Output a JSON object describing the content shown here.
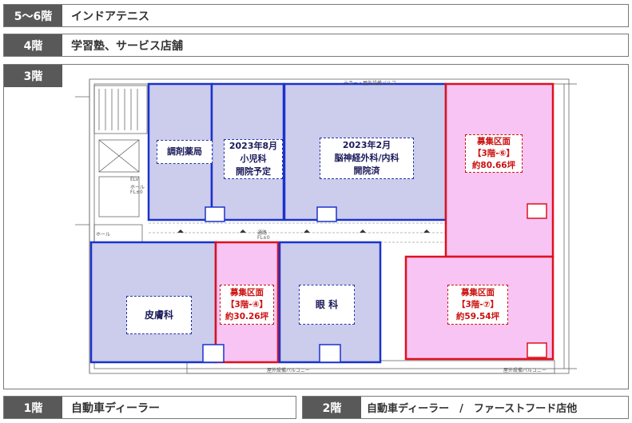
{
  "floors": {
    "f56": {
      "label": "5〜6階",
      "value": "インドアテニス"
    },
    "f4": {
      "label": "4階",
      "value": "学習塾、サービス店舗"
    },
    "f3": {
      "label": "3階"
    },
    "f1": {
      "label": "1階",
      "value": "自動車ディーラー"
    },
    "f2": {
      "label": "2階",
      "value": "自動車ディーラー　/　ファーストフード店他"
    }
  },
  "plan": {
    "pharmacy": "調剤薬局",
    "pediatrics": [
      "2023年8月",
      "小児科",
      "開院予定"
    ],
    "neuro": [
      "2023年2月",
      "脳神経外科/内科",
      "開院済"
    ],
    "unit6": [
      "募集区面",
      "【3階-⑥】",
      "約80.66坪"
    ],
    "unit7": [
      "募集区面",
      "【3階-⑦】",
      "約59.54坪"
    ],
    "unit4": [
      "募集区面",
      "【3階-④】",
      "約30.26坪"
    ],
    "derm": "皮膚科",
    "eye": "眼 科",
    "small": {
      "elv": "ELV",
      "hall": "ホール",
      "fl": "FL±0",
      "corridor": "通路",
      "corridor_fl": "FL±0",
      "hall2": "ホール",
      "balcony": "屋外設備バルコニー",
      "balcony2": "屋外設備バルコニー",
      "terrace": "テラー・屋外設備バルコ"
    }
  },
  "colors": {
    "label_bg": "#595959",
    "tenant_fill": "#ccccec",
    "tenant_border": "#1a33cc",
    "vacant_fill": "#f7c4f4",
    "vacant_border": "#e0101e"
  }
}
